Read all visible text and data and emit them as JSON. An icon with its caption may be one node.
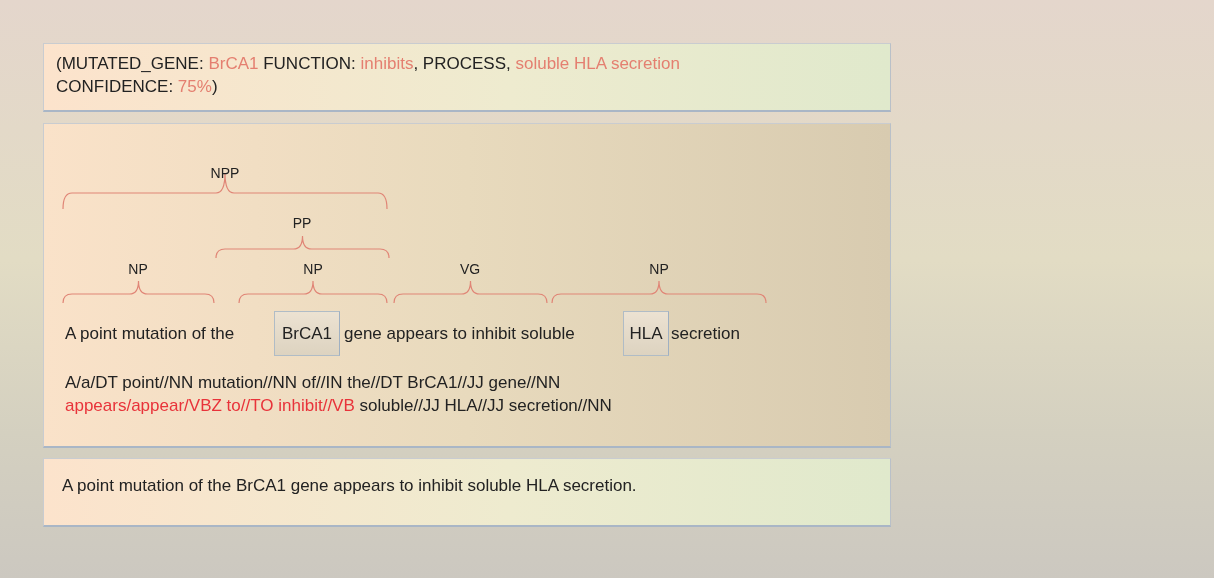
{
  "diagram": {
    "nodes": [
      {
        "text": [
          "(MUTATED_GENE:",
          "BrCA1",
          "FUNCTION:",
          "inhibits",
          ", PROCESS,",
          "soluble HLA secretion",
          "CONFIDENCE:",
          "75%",
          ")"
        ]
      },
      {
        "text": [
          "A point mutation of the",
          "gene appears to inhibit soluble",
          "secretion",
          "A/a/DT point//NN mutation//NN of//IN the//DT BrCA1//JJ gene//NN",
          "appears/appear/VBZ to//TO inhibit//VB",
          "soluble//JJ HLA//JJ secretion//NN"
        ]
      },
      {
        "text": [
          "BrCA1"
        ],
        "in": 1
      },
      {
        "text": [
          "HLA"
        ],
        "in": 1
      },
      {
        "text": [
          "A point mutation of the BrCA1 gene appears to inhibit soluble HLA secretion."
        ]
      }
    ],
    "labels": [
      "NPP",
      "PP",
      "NP",
      "NP",
      "VG",
      "NP"
    ]
  }
}
